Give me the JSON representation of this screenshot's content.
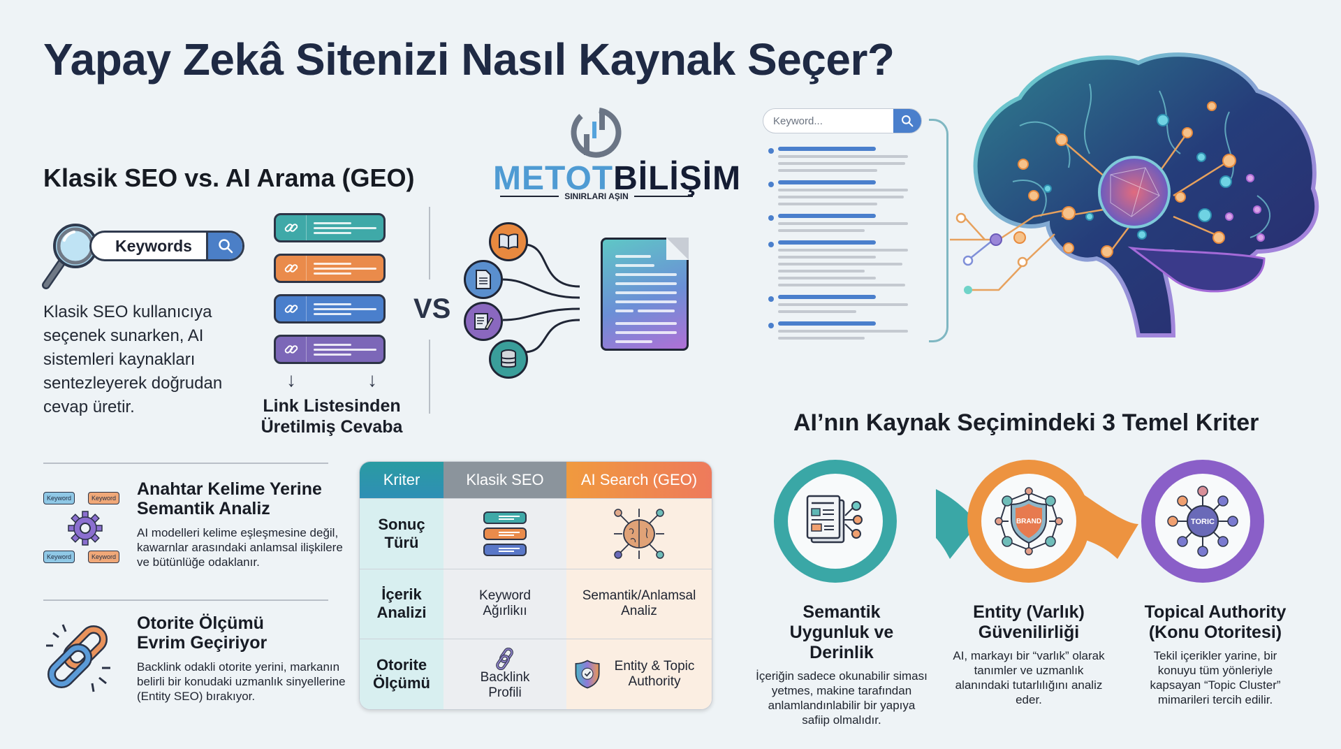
{
  "header": {
    "title": "Yapay Zekâ Sitenizi Nasıl Kaynak Seçer?"
  },
  "brand": {
    "name_part1": "METOT",
    "name_part2": "BİLİŞİM",
    "tagline": "SINIRLARI AŞIN",
    "colors": {
      "primary": "#4f9bd3",
      "dark": "#141c33"
    }
  },
  "comparison_intro": {
    "section_title": "Klasik SEO vs. AI Arama (GEO)",
    "search_label": "Keywords",
    "description": "Klasik SEO kullanıcıya seçenek sunarken, AI sistemleri kaynakları sentezleyerek doğrudan cevap üretir.",
    "link_list_colors": [
      "#3fa9a8",
      "#ea8b4b",
      "#4a7fcc",
      "#7c67b8"
    ],
    "link_caption_line1": "Link Listesinden",
    "link_caption_line2": "Üretilmiş Cevaba",
    "vs_label": "VS",
    "source_icons": [
      "book-icon",
      "document-icon",
      "edit-document-icon",
      "database-icon"
    ],
    "source_colors": [
      "#e8893f",
      "#5a8fce",
      "#8a68bf",
      "#3a9e9a"
    ]
  },
  "serp_mock": {
    "search_placeholder": "Keyword...",
    "result_count": 6
  },
  "features": [
    {
      "title_line1": "Anahtar Kelime Yerine",
      "title_line2": "Semantik Analiz",
      "description": "AI modelleri kelime eşleşmesine değil, kawarnlar arasındaki anlamsal ilişkilere ve bütünlüğe odaklanır.",
      "icon_tags": [
        "Keyword",
        "Keyword",
        "Keyword",
        "Keyword"
      ]
    },
    {
      "title_line1": "Otorite Ölçümü",
      "title_line2": "Evrim Geçiriyor",
      "description": "Backlink odakli otorite yerini, markanın belirli bir konudaki uzmanlık sinyellerine (Entity SEO) bırakıyor."
    }
  ],
  "table": {
    "headers": [
      "Kriter",
      "Klasik SEO",
      "AI Search (GEO)"
    ],
    "rows": [
      {
        "criterion": "Sonuç Türü",
        "classic": "",
        "classic_icon": "link-list-icon",
        "geo": "",
        "geo_icon": "brain-network-icon"
      },
      {
        "criterion": "İçerik Analizi",
        "classic": "Keyword Ağırlikıı",
        "geo": "Semantik/Anlamsal Analiz"
      },
      {
        "criterion": "Otorite Ölçümü",
        "classic": "Backlink Profili",
        "classic_icon": "chain-link-icon",
        "geo": "Entity & Topic Authority",
        "geo_icon": "shield-check-icon"
      }
    ]
  },
  "criteria": {
    "section_title": "AI’nın Kaynak Seçimindeki 3 Temel Kriter",
    "items": [
      {
        "title": "Semantik Uygunluk ve Derinlik",
        "description": "İçeriğin sadece okunabilir siması yetmes, makine tarafından anlamlandınlabilir bir yapıya safiip olmalıdır.",
        "color": "#3aa7a6",
        "icon": "document-network-icon"
      },
      {
        "title": "Entity (Varlık) Güvenilirliği",
        "description": "AI, markayı bir “varlık” olarak tanımler ve uzmanlık alanındaki tutarlılığını analiz eder.",
        "color": "#ed9340",
        "icon": "brand-shield-icon",
        "icon_label": "BRAND"
      },
      {
        "title": "Topical Authority (Konu Otoritesi)",
        "description": "Tekil içerikler yarine, bir konuyu tüm yönleriyle kapsayan “Topic Cluster” mimarileri tercih edilir.",
        "color": "#8a5fc8",
        "icon": "topic-hub-icon",
        "icon_label": "TORIC"
      }
    ]
  }
}
